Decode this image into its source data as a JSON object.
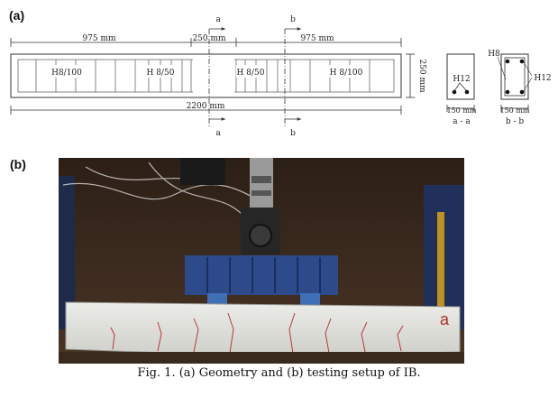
{
  "figure": {
    "panel_a_label": "(a)",
    "panel_b_label": "(b)",
    "caption": "Fig. 1. (a) Geometry and (b) testing setup of IB."
  },
  "elevation": {
    "dim_left": "975 mm",
    "dim_mid": "250 mm",
    "dim_right": "975 mm",
    "dim_total": "2200 mm",
    "dim_height": "250 mm",
    "stirrup_zone_1": "H8/100",
    "stirrup_zone_2": "H 8/50",
    "stirrup_zone_3": "H 8/50",
    "stirrup_zone_4": "H 8/100",
    "section_mark_a": "a",
    "section_mark_b": "b"
  },
  "section_aa": {
    "bar_label": "H12",
    "width_label": "150 mm",
    "title": "a - a"
  },
  "section_bb": {
    "stirrup_label": "H8",
    "bar_label": "H12",
    "width_label": "150 mm",
    "title": "b - b"
  },
  "photo": {
    "beam_mark": "a"
  },
  "colors": {
    "line": "#333333",
    "lab_background": "#3a2a1e",
    "beam_concrete": "#e4e4e0",
    "loading_frame": "#2d4a8a",
    "bearing_pad": "#3f6fb5",
    "crack": "#b42828"
  }
}
